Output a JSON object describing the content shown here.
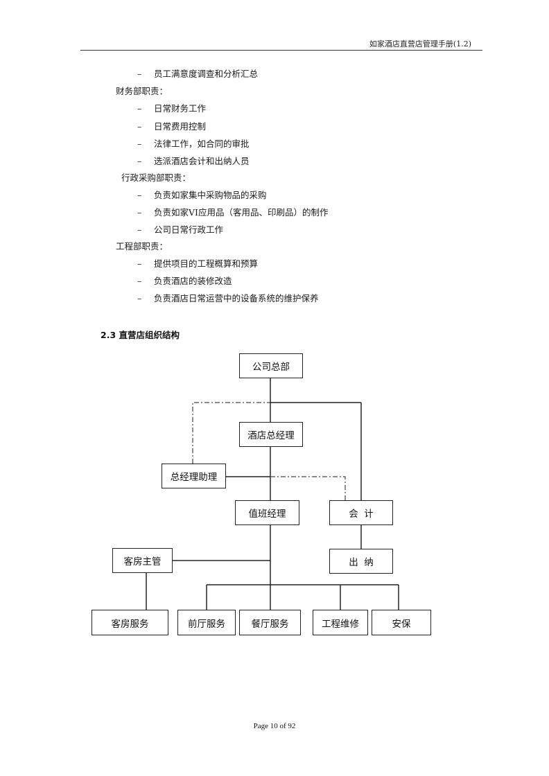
{
  "header": {
    "title": "如家酒店直营店管理手册(1.2)"
  },
  "body_lines": [
    {
      "type": "bullet",
      "text": "员工满意度调查和分析汇总"
    },
    {
      "type": "heading",
      "text": "财务部职责："
    },
    {
      "type": "bullet",
      "text": "日常财务工作"
    },
    {
      "type": "bullet",
      "text": "日常费用控制"
    },
    {
      "type": "bullet",
      "text": "法律工作，如合同的审批"
    },
    {
      "type": "bullet",
      "text": "选派酒店会计和出纳人员"
    },
    {
      "type": "heading",
      "text": "行政采购部职责："
    },
    {
      "type": "bullet",
      "text": "负责如家集中采购物品的采购"
    },
    {
      "type": "bullet",
      "text": "负责如家VI应用品（客用品、印刷品）的制作"
    },
    {
      "type": "bullet",
      "text": "公司日常行政工作"
    },
    {
      "type": "heading",
      "text": "工程部职责："
    },
    {
      "type": "bullet",
      "text": "提供项目的工程概算和预算"
    },
    {
      "type": "bullet",
      "text": "负责酒店的装修改造"
    },
    {
      "type": "bullet",
      "text": "负责酒店日常运营中的设备系统的维护保养"
    }
  ],
  "bullet_marker": "–",
  "section": {
    "title": "2.3 直营店组织结构"
  },
  "org_chart": {
    "hq": "公司总部",
    "gm": "酒店总经理",
    "assistant": "总经理助理",
    "duty_manager": "值班经理",
    "accountant": "会  计",
    "cashier": "出  纳",
    "housekeeping_supervisor": "客房主管",
    "room_service": "客房服务",
    "front_desk": "前厅服务",
    "restaurant": "餐厅服务",
    "engineering": "工程维修",
    "security": "安保"
  },
  "footer": {
    "page": "Page 10 of 92"
  }
}
